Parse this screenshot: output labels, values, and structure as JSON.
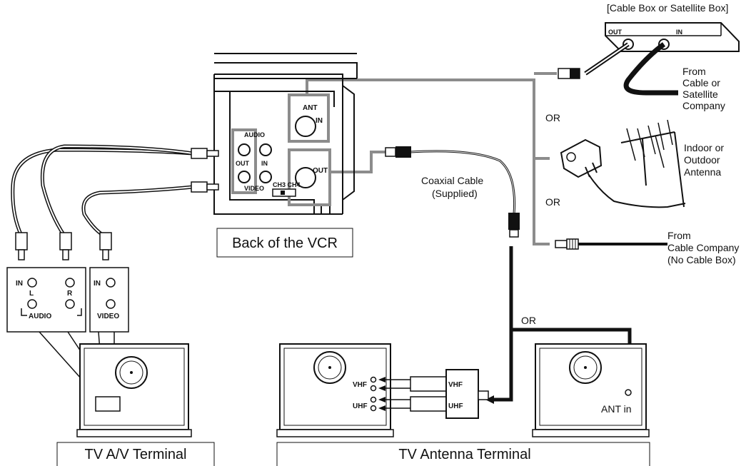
{
  "labels": {
    "box_title": "[Cable Box or Satellite Box]",
    "box_out": "OUT",
    "box_in": "IN",
    "from_cable_sat": [
      "From",
      "Cable or",
      "Satellite",
      "Company"
    ],
    "or_1": "OR",
    "antenna": [
      "Indoor or",
      "Outdoor",
      "Antenna"
    ],
    "or_2": "OR",
    "from_cable_co": [
      "From",
      "Cable Company",
      "(No Cable Box)"
    ],
    "coaxial": [
      "Coaxial Cable",
      "(Supplied)"
    ],
    "or_3": "OR",
    "vcr_ant": "ANT",
    "vcr_in": "IN",
    "vcr_out": "OUT",
    "vcr_audio": "AUDIO",
    "vcr_video": "VIDEO",
    "vcr_jack_out": "OUT",
    "vcr_jack_in": "IN",
    "vcr_ch": "CH3 CH4",
    "vcr_caption": "Back of the VCR",
    "av_in_1": "IN",
    "av_l": "L",
    "av_r": "R",
    "av_audio": "AUDIO",
    "av_in_2": "IN",
    "av_video": "VIDEO",
    "vhf_left": "VHF",
    "uhf_left": "UHF",
    "vhf_right": "VHF",
    "uhf_right": "UHF",
    "ant_in": "ANT in",
    "caption_av": "TV A/V Terminal",
    "caption_antenna": "TV Antenna Terminal"
  },
  "colors": {
    "grey_cable": "#8c8c8c",
    "black_cable": "#111111",
    "outline": "#111111"
  }
}
